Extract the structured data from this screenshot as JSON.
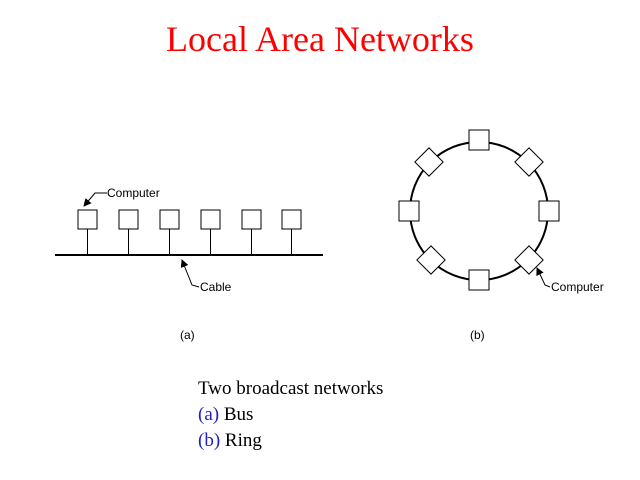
{
  "slide": {
    "title": "Local Area Networks"
  },
  "bus": {
    "computer_label": "Computer",
    "cable_label": "Cable",
    "caption": "(a)",
    "computer_count": 6
  },
  "ring": {
    "computer_label": "Computer",
    "caption": "(b)",
    "computer_count": 8
  },
  "caption": {
    "heading": "Two broadcast networks",
    "items": [
      {
        "marker": "(a)",
        "text": "Bus"
      },
      {
        "marker": "(b)",
        "text": "Ring"
      }
    ],
    "marker_color": "#2020c0"
  },
  "colors": {
    "title": "#ff0000",
    "lines": "#000000"
  }
}
